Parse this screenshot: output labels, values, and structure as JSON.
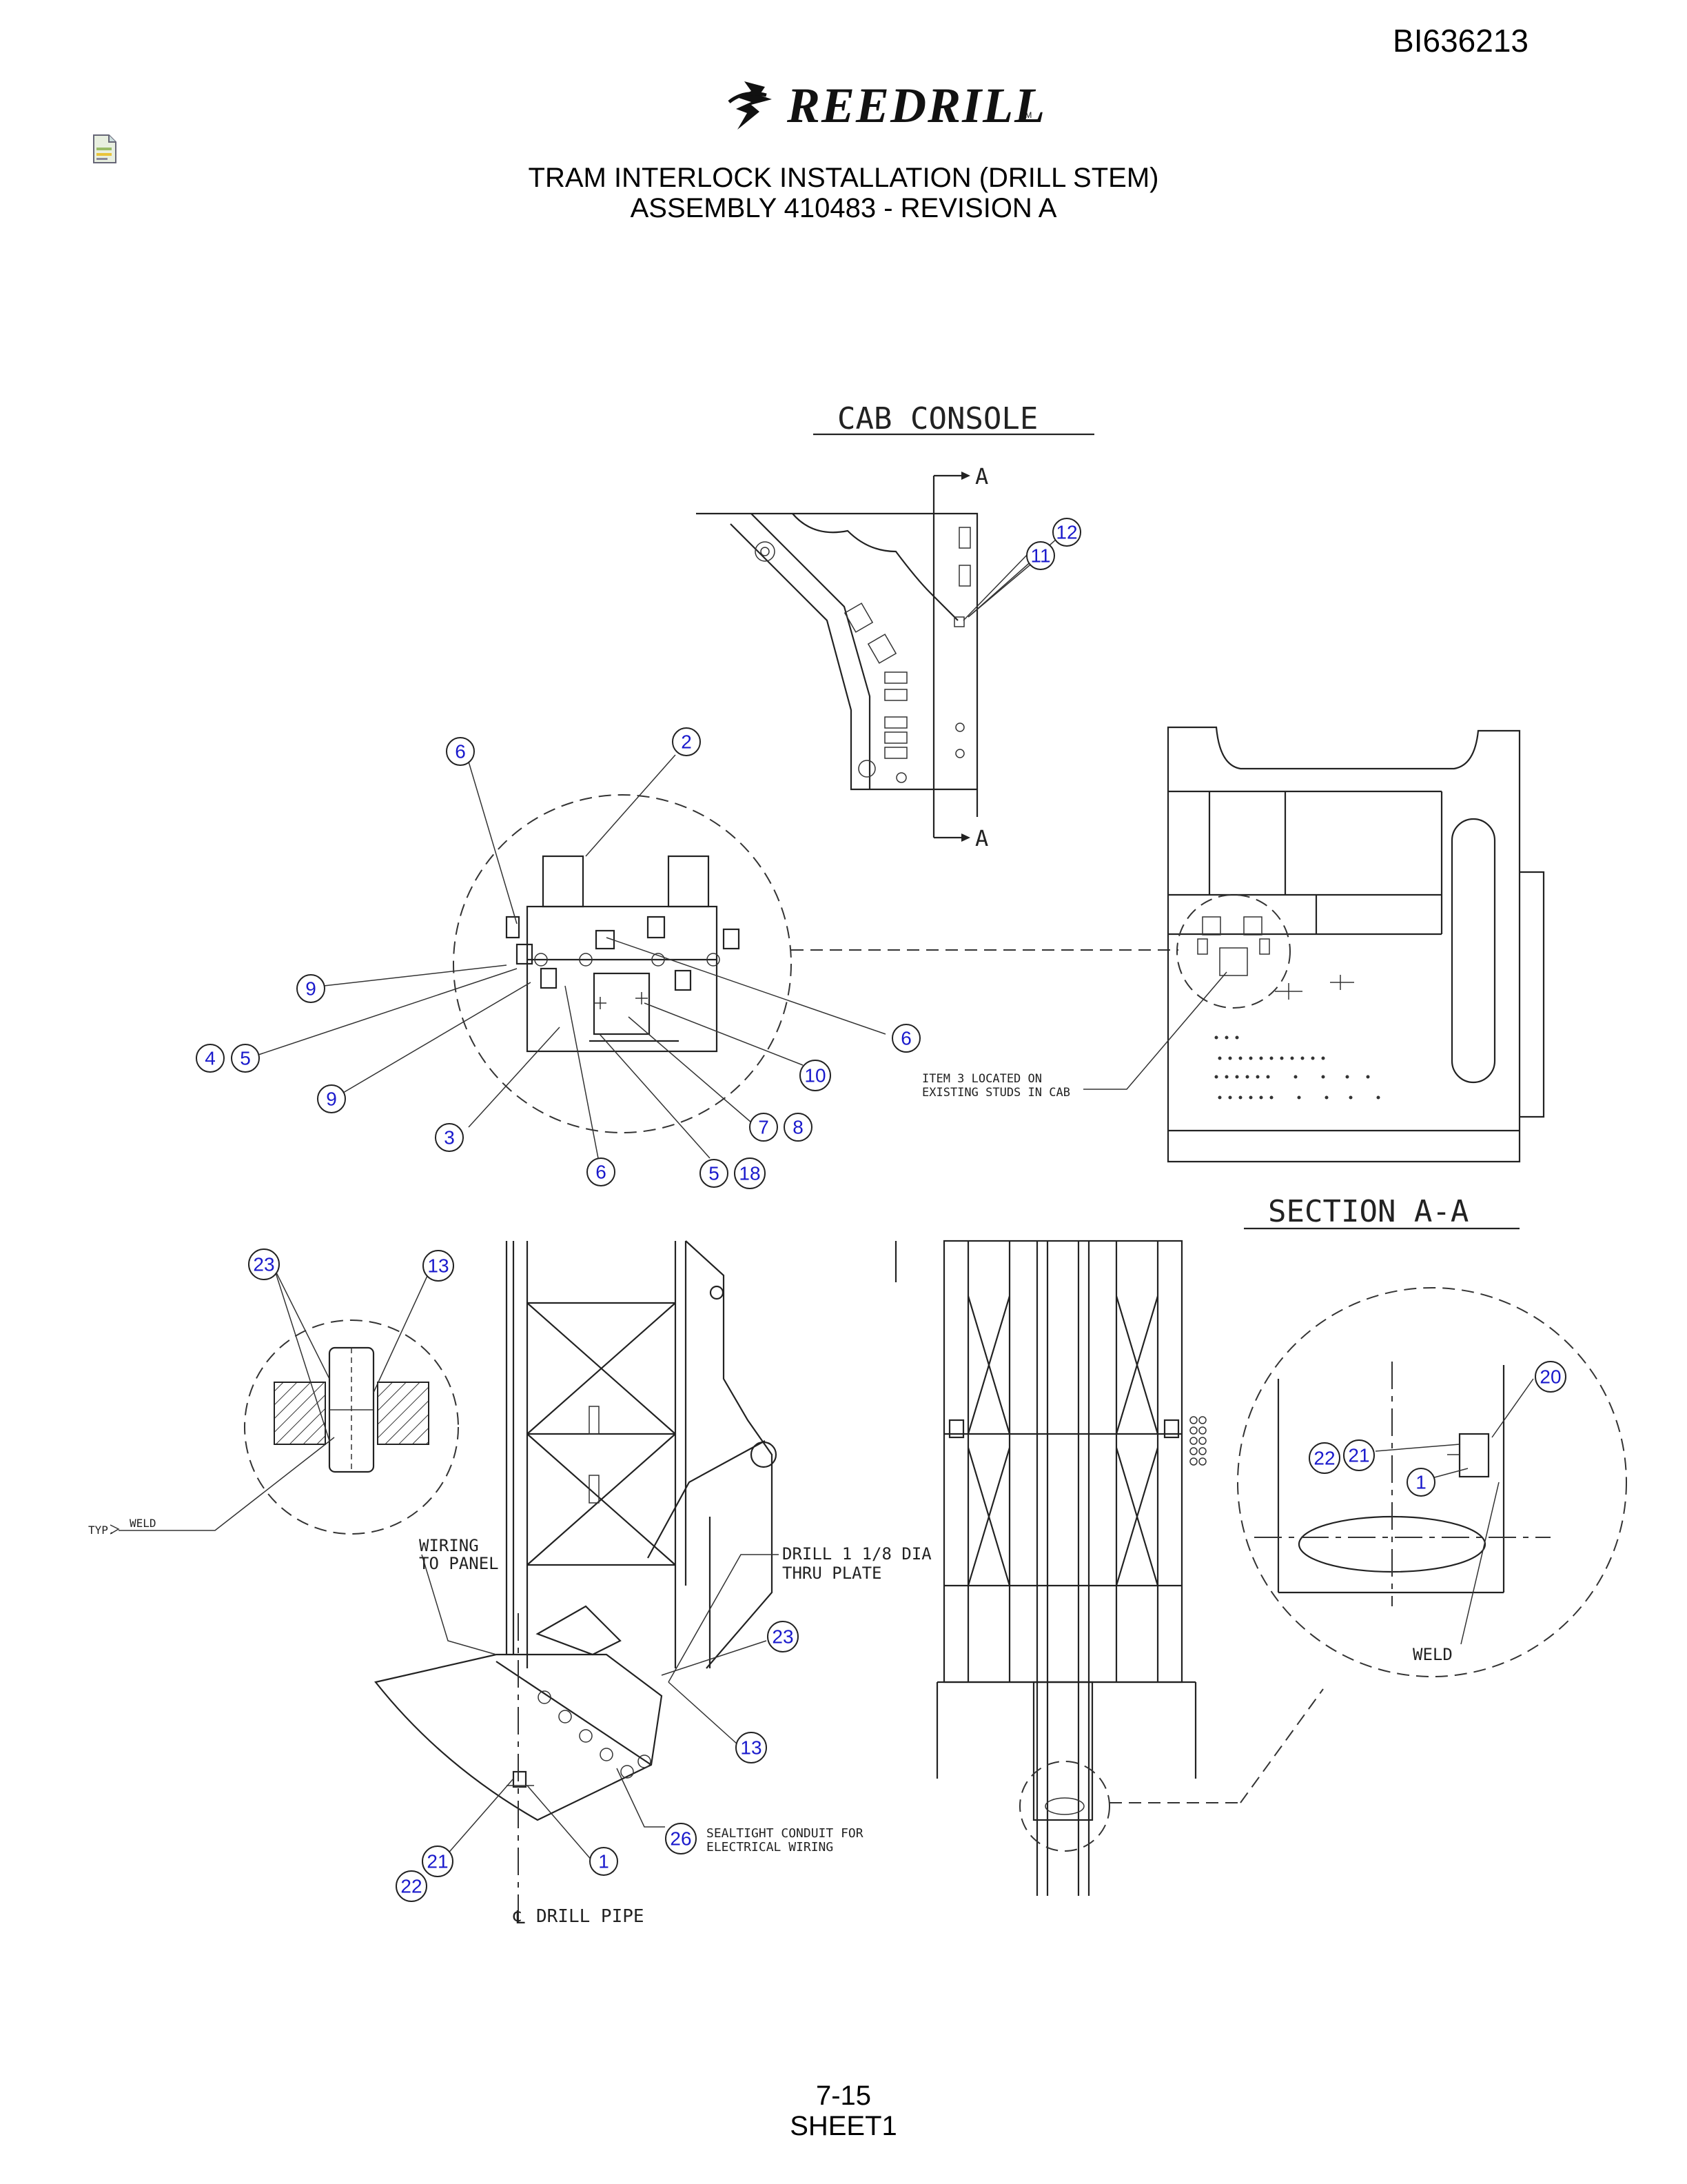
{
  "document_number": "BI636213",
  "logo": {
    "text": "REEDRILL",
    "trademark": "TM"
  },
  "title": {
    "line1": "TRAM INTERLOCK INSTALLATION (DRILL STEM)",
    "line2": "ASSEMBLY 410483 - REVISION A"
  },
  "drawing": {
    "view_labels": {
      "cab_console": "CAB CONSOLE",
      "section": "SECTION A-A",
      "section_marker": "A"
    },
    "notes": {
      "item3_line1": "ITEM 3 LOCATED ON",
      "item3_line2": "EXISTING STUDS IN CAB",
      "weld": "WELD",
      "typ": "TYP.",
      "wiring_line1": "WIRING",
      "wiring_line2": "TO PANEL",
      "drill_line1": "DRILL 1 1/8 DIA",
      "drill_line2": "THRU PLATE",
      "conduit_line1": "SEALTIGHT CONDUIT FOR",
      "conduit_line2": "ELECTRICAL WIRING",
      "drill_pipe": "DRILL PIPE"
    },
    "balloons": {
      "b12": "12",
      "b11": "11",
      "b6a": "6",
      "b2": "2",
      "b9a": "9",
      "b4": "4",
      "b5a": "5",
      "b9b": "9",
      "b3": "3",
      "b6b": "6",
      "b6c": "6",
      "b5b": "5",
      "b18": "18",
      "b7": "7",
      "b8": "8",
      "b10": "10",
      "b23a": "23",
      "b13a": "13",
      "b23b": "23",
      "b13b": "13",
      "b26": "26",
      "b21a": "21",
      "b22a": "22",
      "b1a": "1",
      "b20": "20",
      "b22b": "22",
      "b21b": "21",
      "b1b": "1"
    }
  },
  "footer": {
    "page": "7-15",
    "sheet": "SHEET1"
  }
}
